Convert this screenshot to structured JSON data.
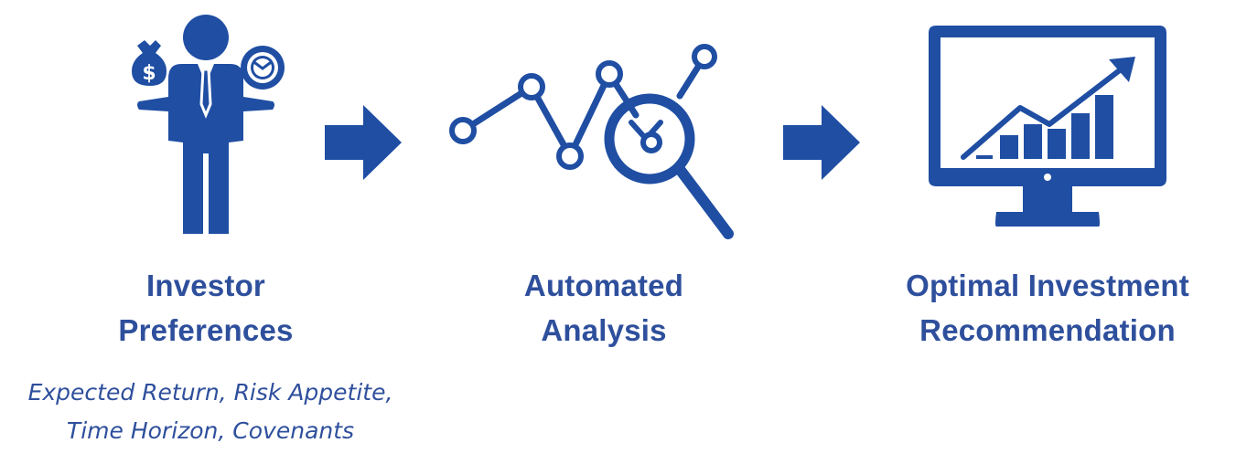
{
  "colors": {
    "primary": "#1f4ea3",
    "text": "#2e4f9c",
    "background": "#ffffff"
  },
  "steps": [
    {
      "icon": "investor-person-icon",
      "title_lines": [
        "Investor",
        "Preferences"
      ],
      "subtitle_lines": [
        "Expected Return, Risk Appetite,",
        "Time Horizon, Covenants"
      ]
    },
    {
      "icon": "analysis-magnifier-chart-icon",
      "title_lines": [
        "Automated",
        "Analysis"
      ]
    },
    {
      "icon": "monitor-growth-chart-icon",
      "title_lines": [
        "Optimal Investment",
        "Recommendation"
      ]
    }
  ],
  "connectors": [
    "arrow-right-icon",
    "arrow-right-icon"
  ]
}
